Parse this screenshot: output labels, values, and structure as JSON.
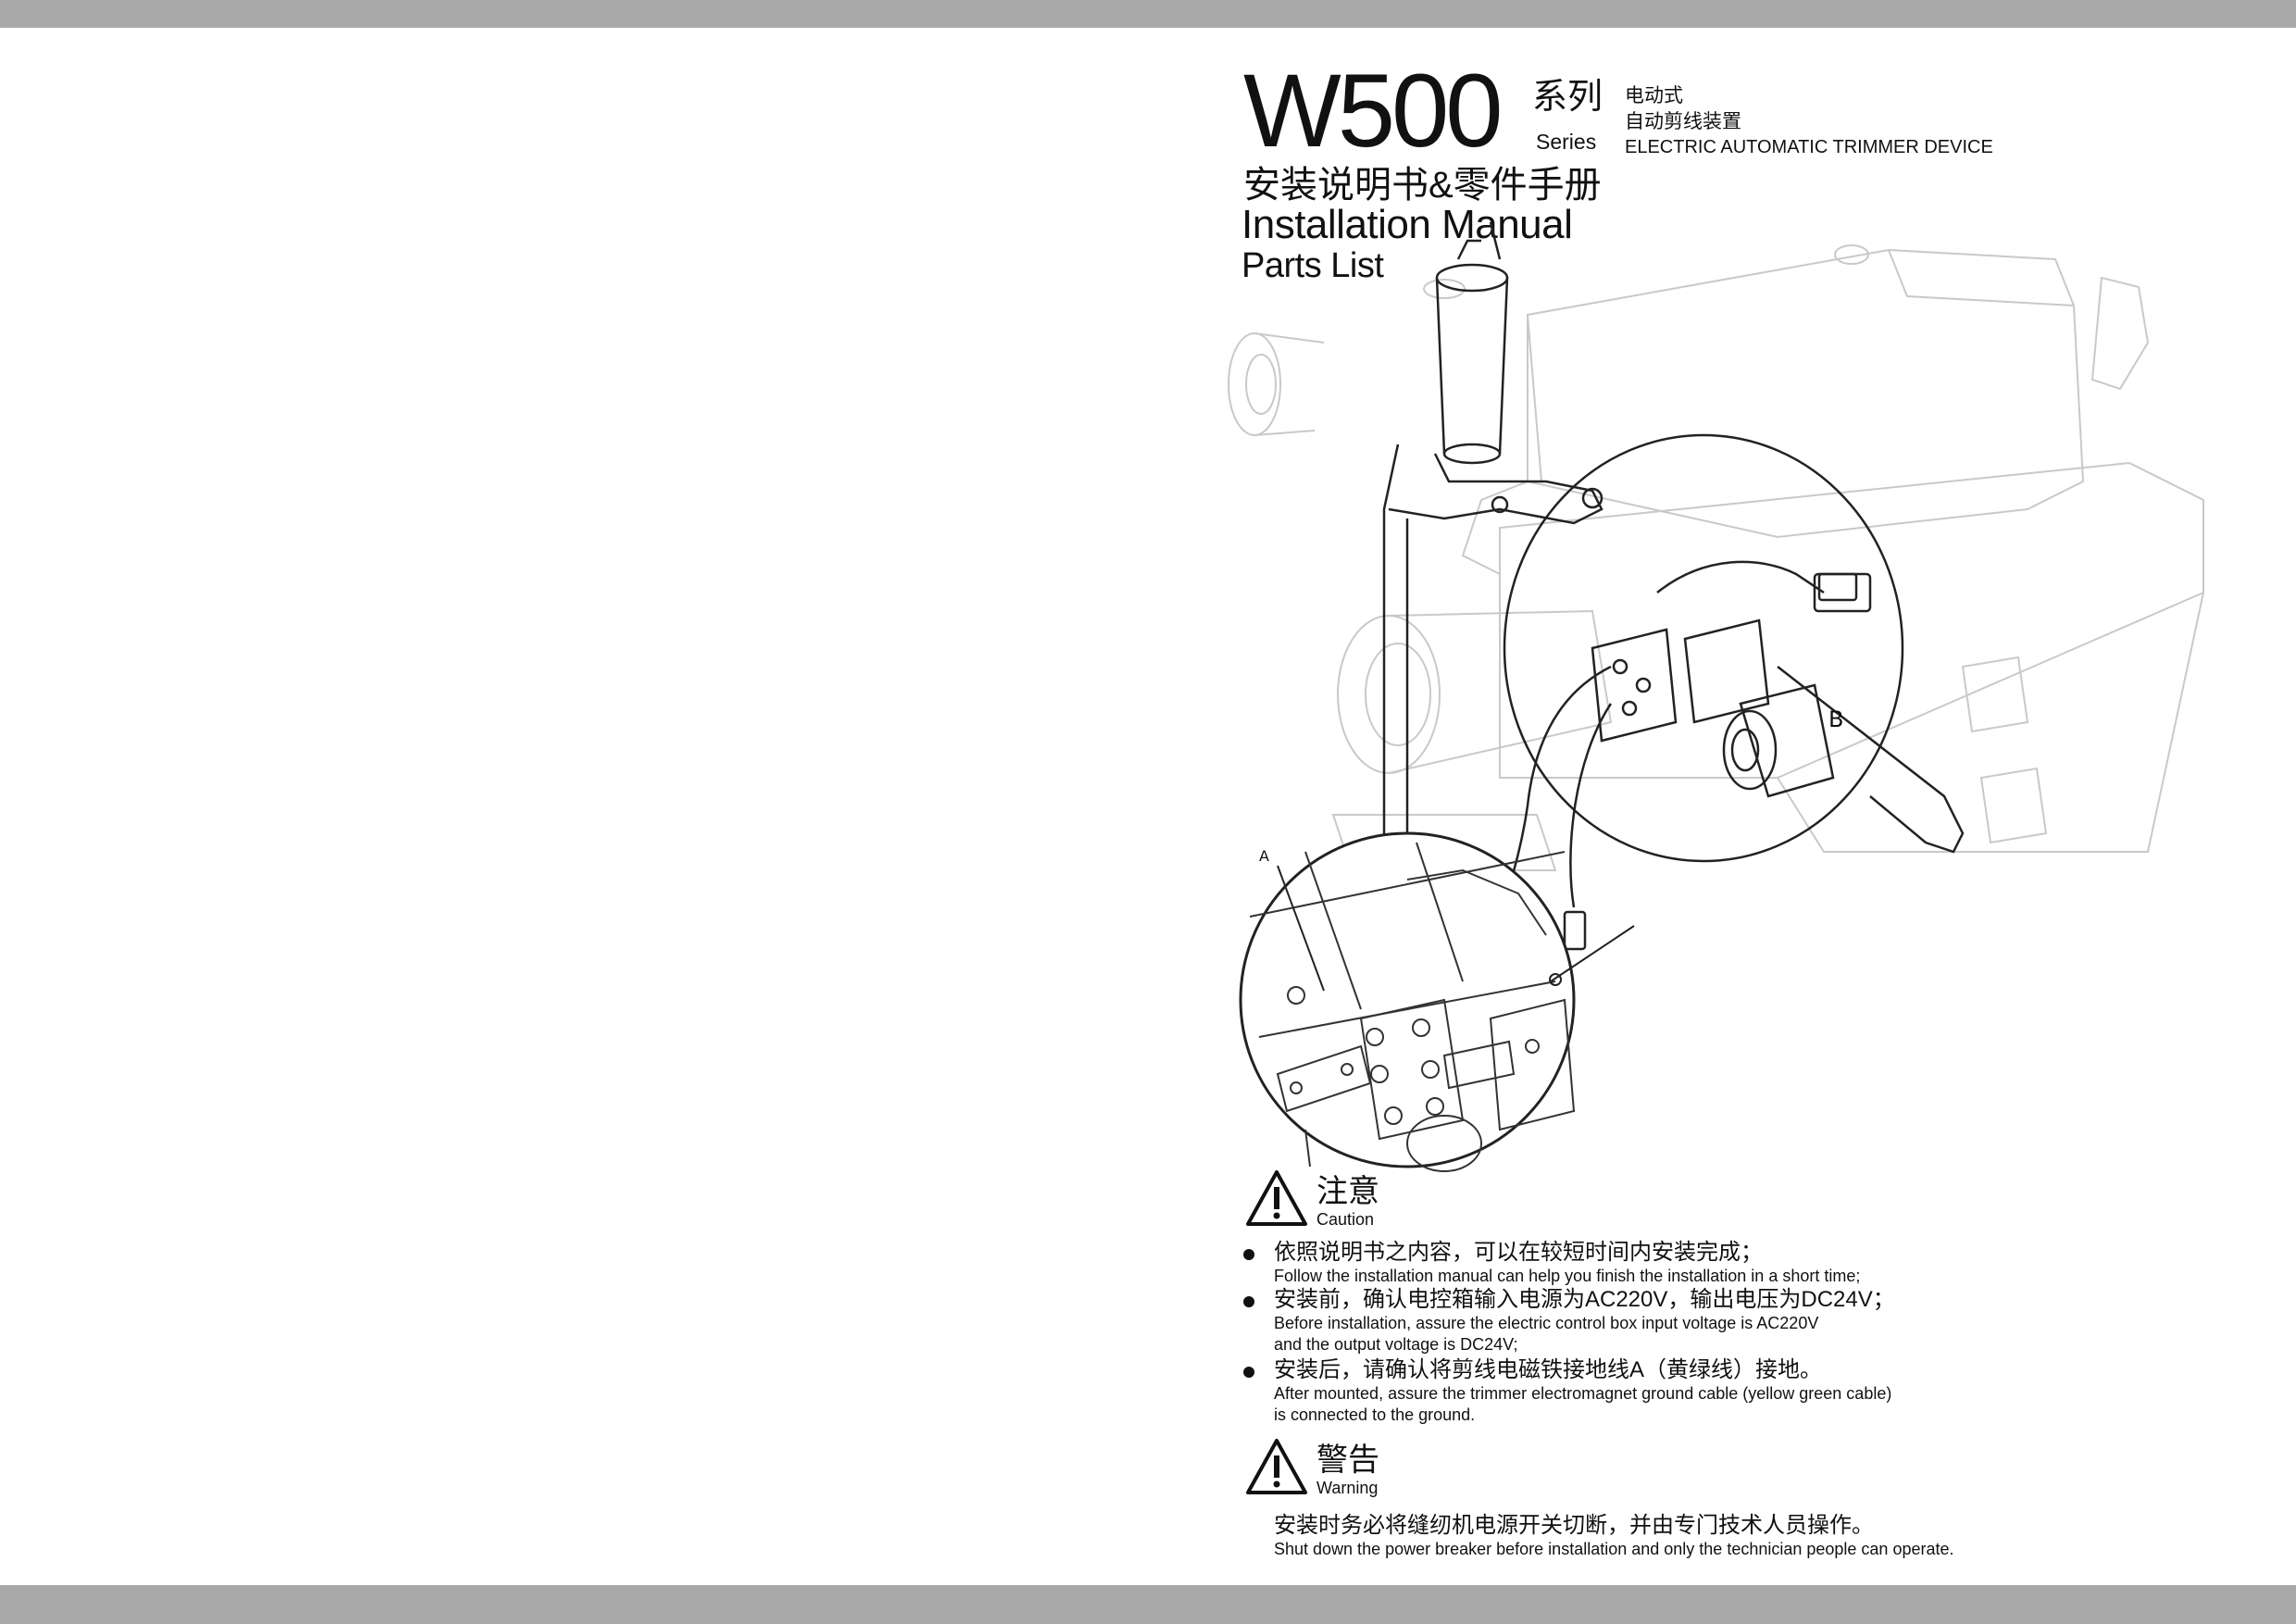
{
  "header": {
    "model": "W500",
    "series_cn": "系列",
    "series_en": "Series",
    "type_cn_line1": "电动式",
    "type_cn_line2": "自动剪线装置",
    "type_en": "ELECTRIC AUTOMATIC TRIMMER DEVICE",
    "manual_cn": "安装说明书&零件手册",
    "manual_en": "Installation Manual",
    "parts_en": "Parts List"
  },
  "illustration": {
    "label_a": "A",
    "label_b": "B"
  },
  "caution": {
    "title_cn": "注意",
    "title_en": "Caution",
    "icon": "warning-triangle-icon",
    "items": [
      {
        "cn": "依照说明书之内容，可以在较短时间内安装完成；",
        "en_lines": [
          "Follow the installation manual can help you finish the installation in a short time;"
        ]
      },
      {
        "cn": "安装前，确认电控箱输入电源为AC220V，输出电压为DC24V；",
        "en_lines": [
          "Before installation, assure the electric control box input voltage is AC220V",
          "and the output voltage is DC24V;"
        ]
      },
      {
        "cn": "安装后，请确认将剪线电磁铁接地线A（黄绿线）接地。",
        "en_lines": [
          "After mounted, assure the trimmer electromagnet ground cable (yellow green cable)",
          "is connected to the ground."
        ]
      }
    ]
  },
  "warning": {
    "title_cn": "警告",
    "title_en": "Warning",
    "icon": "warning-triangle-icon",
    "text_cn": "安装时务必将缝纫机电源开关切断，并由专门技术人员操作。",
    "text_en": "Shut down the power breaker before installation and only the technician people can operate."
  }
}
